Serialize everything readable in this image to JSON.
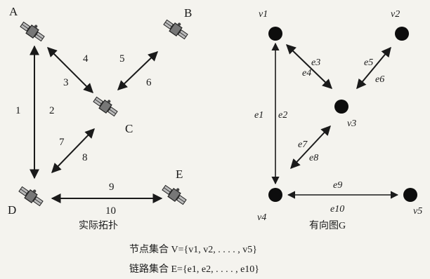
{
  "left_diagram": {
    "caption": "实际拓扑",
    "nodes": [
      "A",
      "B",
      "C",
      "D",
      "E"
    ],
    "link_numbers": [
      "1",
      "2",
      "3",
      "4",
      "5",
      "6",
      "7",
      "8",
      "9",
      "10"
    ]
  },
  "right_diagram": {
    "caption": "有向图G",
    "vertex_labels": [
      "v1",
      "v2",
      "v3",
      "v4",
      "v5"
    ],
    "edge_labels": [
      "e1",
      "e2",
      "e3",
      "e4",
      "e5",
      "e6",
      "e7",
      "e8",
      "e9",
      "e10"
    ]
  },
  "formulas": {
    "nodes_set": "节点集合 V={v1, v2, . . . . , v5}",
    "links_set": "链路集合 E={e1, e2, . . . . , e10}"
  }
}
